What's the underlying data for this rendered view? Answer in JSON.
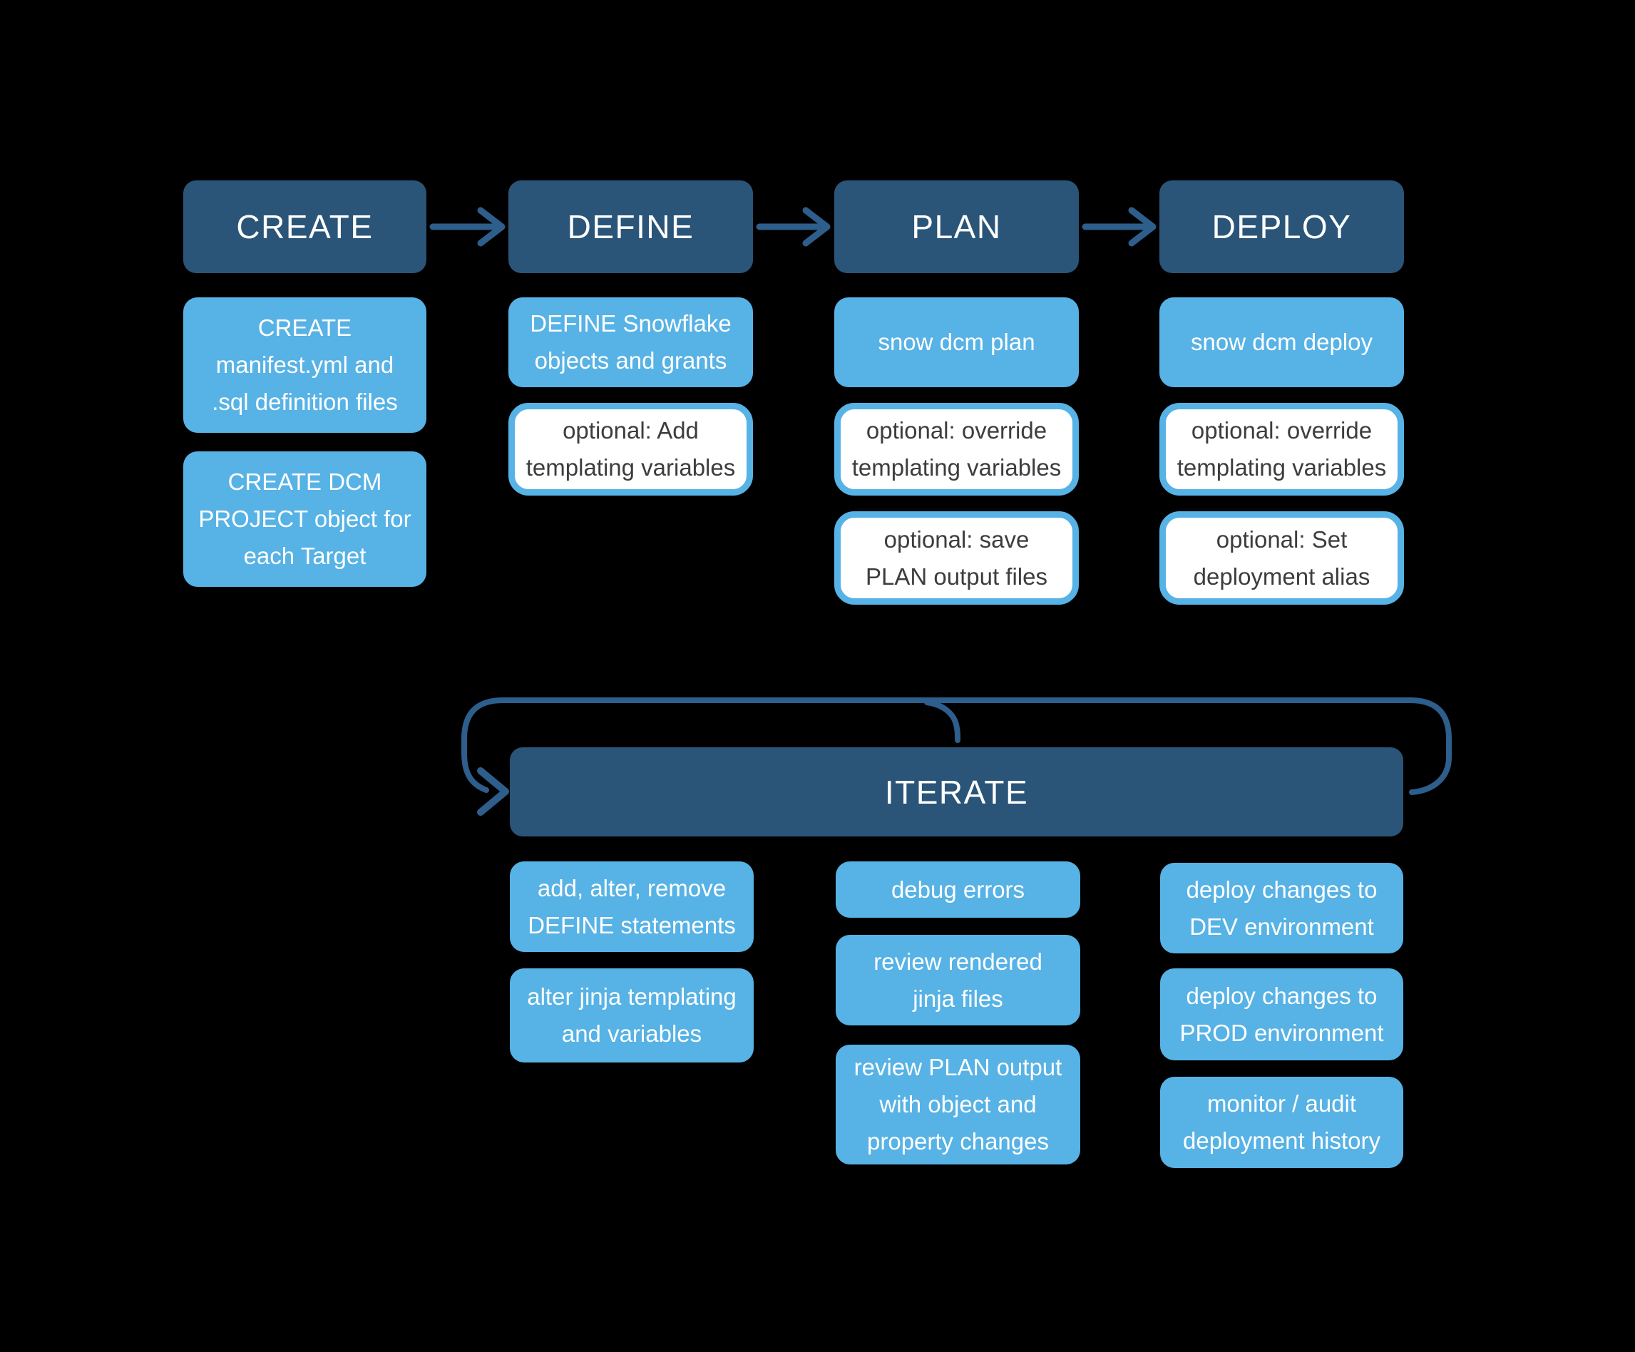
{
  "colors": {
    "background": "#000000",
    "stage_fill": "#2a5578",
    "step_fill": "#57b2e5",
    "optional_fill": "#ffffff",
    "optional_border": "#57b2e5",
    "optional_text": "#3d3d3d",
    "connector": "#2d5e8c",
    "text_on_blue": "#ffffff"
  },
  "icons": {
    "flow_arrow": "right-arrow →",
    "iterate_loop": "loop-back arrow ↻"
  },
  "stages": [
    {
      "header": "CREATE",
      "steps": [
        {
          "style": "solid",
          "text": "CREATE\nmanifest.yml and\n.sql definition files"
        },
        {
          "style": "solid",
          "text": "CREATE DCM\nPROJECT object for\neach Target"
        }
      ]
    },
    {
      "header": "DEFINE",
      "steps": [
        {
          "style": "solid",
          "text": "DEFINE Snowflake\nobjects and grants"
        },
        {
          "style": "optional",
          "text": "optional: Add\ntemplating variables"
        }
      ]
    },
    {
      "header": "PLAN",
      "steps": [
        {
          "style": "solid",
          "text": "snow dcm plan"
        },
        {
          "style": "optional",
          "text": "optional: override\ntemplating variables"
        },
        {
          "style": "optional",
          "text": "optional: save\nPLAN output files"
        }
      ]
    },
    {
      "header": "DEPLOY",
      "steps": [
        {
          "style": "solid",
          "text": "snow dcm deploy"
        },
        {
          "style": "optional",
          "text": "optional: override\ntemplating variables"
        },
        {
          "style": "optional",
          "text": "optional: Set\ndeployment alias"
        }
      ]
    }
  ],
  "iterate": {
    "header": "ITERATE",
    "columns": [
      [
        "add, alter, remove\nDEFINE statements",
        "alter jinja templating\nand variables"
      ],
      [
        "debug errors",
        "review rendered\njinja files",
        "review PLAN output\nwith object and\nproperty changes"
      ],
      [
        "deploy changes to\nDEV environment",
        "deploy changes to\nPROD environment",
        "monitor / audit\ndeployment history"
      ]
    ]
  }
}
